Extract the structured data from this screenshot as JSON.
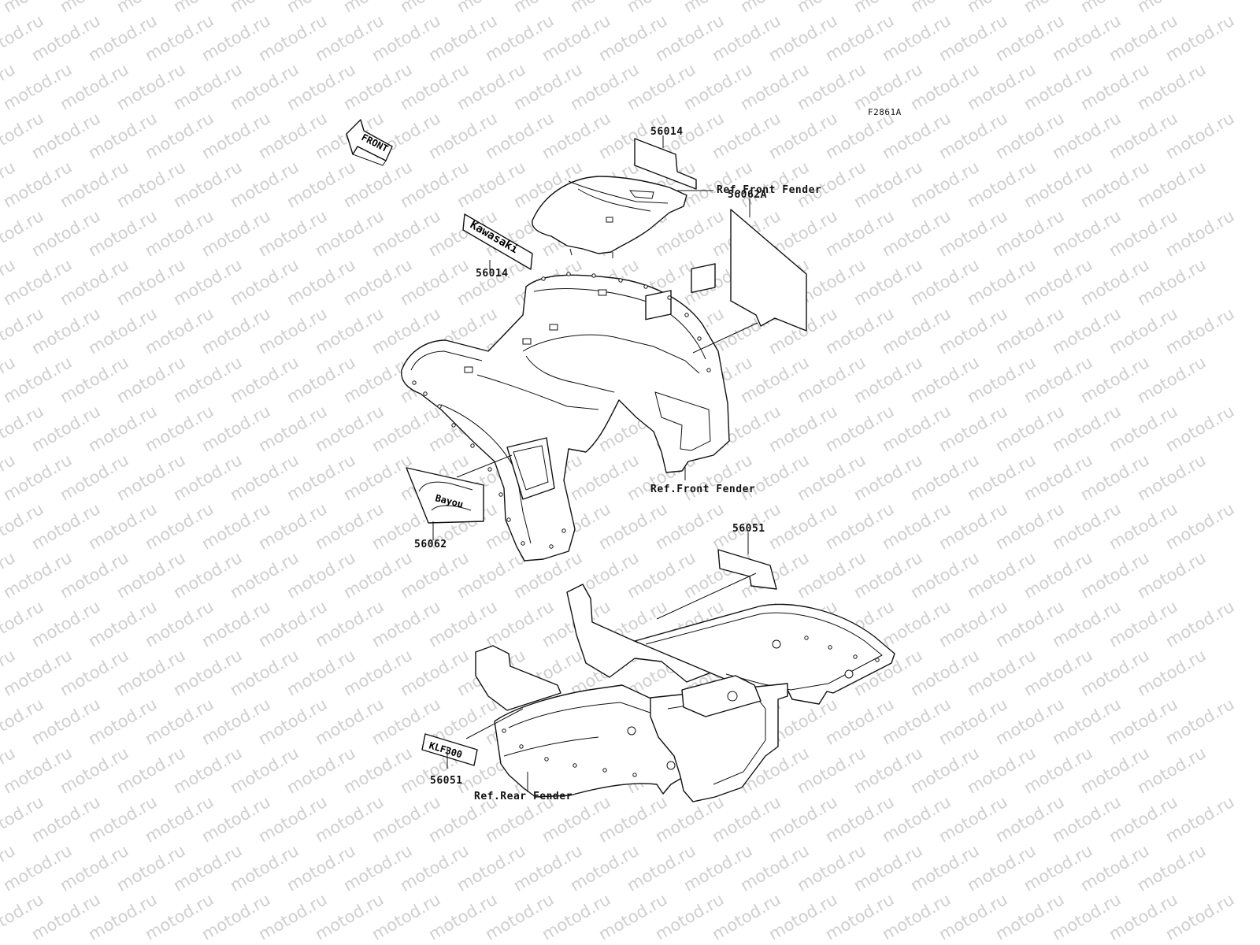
{
  "diagram": {
    "figure_code": "F2861A",
    "front_arrow_text": "FRONT",
    "watermark_text": "motod.ru",
    "decal_texts": {
      "kawasaki": "Kawasaki",
      "front_emblem": "Bayou",
      "rear_emblem": "KLF300"
    },
    "callouts": [
      {
        "id": "56014-top",
        "text": "56014"
      },
      {
        "id": "ref-front-fender-top",
        "text": "Ref.Front Fender"
      },
      {
        "id": "56014-kawasaki",
        "text": "56014"
      },
      {
        "id": "56062a",
        "text": "56062A"
      },
      {
        "id": "ref-front-fender-mid",
        "text": "Ref.Front Fender"
      },
      {
        "id": "56062",
        "text": "56062"
      },
      {
        "id": "56051-right",
        "text": "56051"
      },
      {
        "id": "56051-left",
        "text": "56051"
      },
      {
        "id": "ref-rear-fender",
        "text": "Ref.Rear Fender"
      }
    ]
  }
}
